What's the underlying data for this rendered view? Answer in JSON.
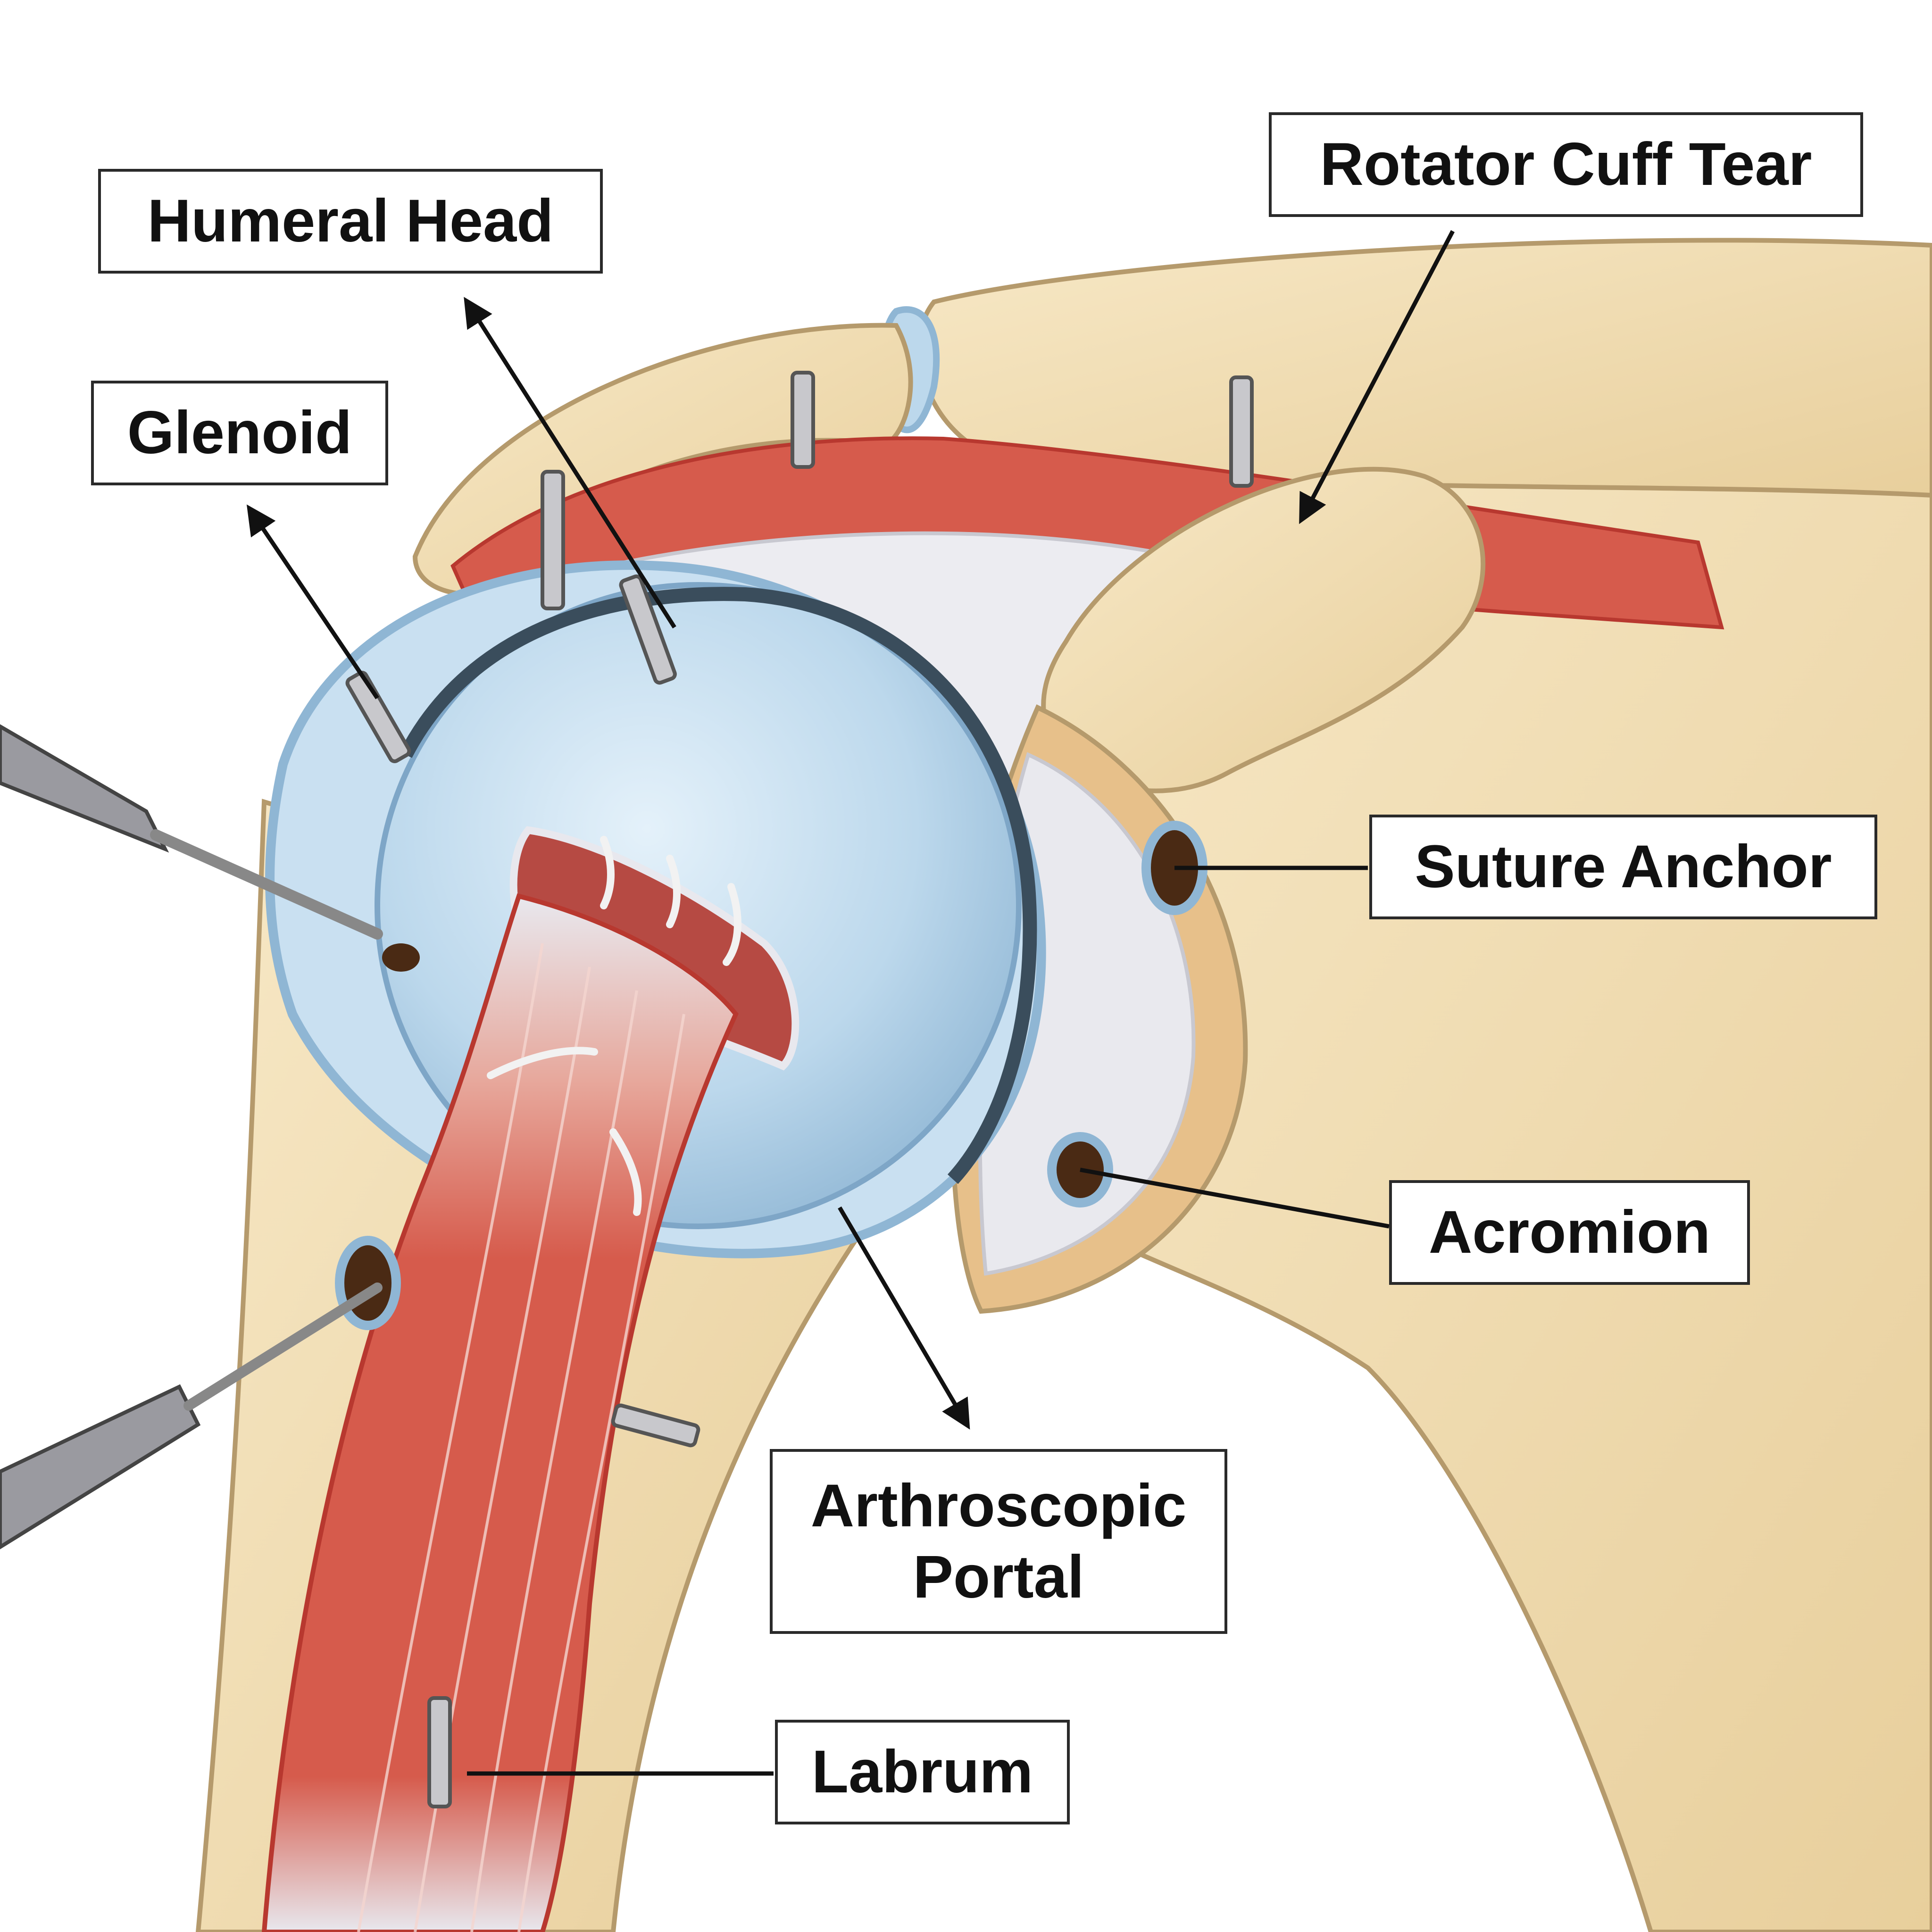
{
  "labels": {
    "humeral_head": "Humeral Head",
    "glenoid": "Glenoid",
    "rotator_cuff_tear": "Rotator Cuff Tear",
    "suture_anchor": "Suture Anchor",
    "acromion": "Acromion",
    "arthroscopic_portal": "Arthroscopic\nPortal",
    "labrum": "Labrum"
  },
  "colors": {
    "bone": "#f3dfb4",
    "bone_shadow": "#e2c58e",
    "cartilage": "#bcd8ec",
    "cartilage_rim": "#8fb6d4",
    "muscle": "#d65b4c",
    "muscle_dark": "#b8382f",
    "tendon": "#e9e9ee",
    "outline": "#6b5a45",
    "label_border": "#2a2a2a"
  }
}
